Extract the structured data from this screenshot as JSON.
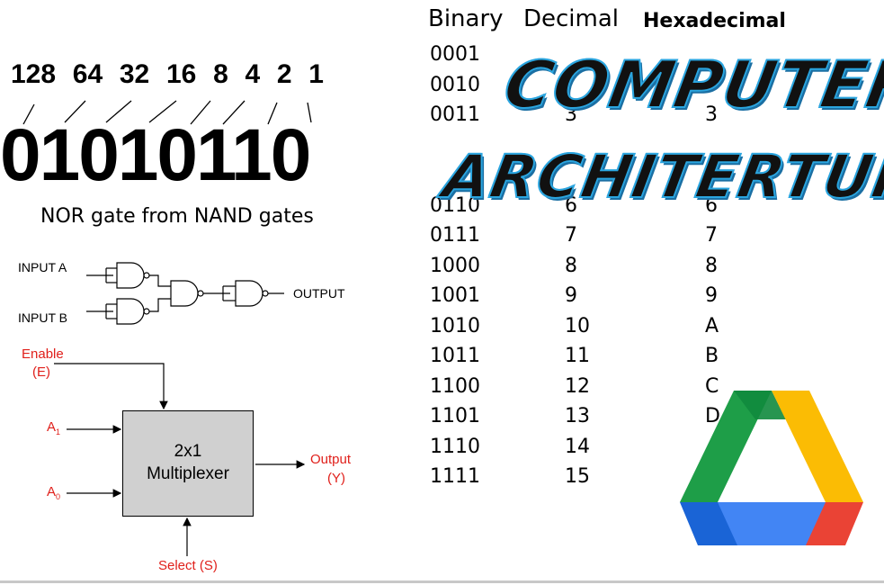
{
  "bit_weights": [
    "128",
    "64",
    "32",
    "16",
    "8",
    "4",
    "2",
    "1"
  ],
  "binary_number": "01010110",
  "nor_diagram": {
    "title": "NOR gate from NAND gates",
    "input_a": "INPUT A",
    "input_b": "INPUT B",
    "output": "OUTPUT"
  },
  "multiplexer": {
    "enable": "Enable",
    "enable_abbr": "(E)",
    "input_1": "A",
    "input_1_sub": "1",
    "input_0": "A",
    "input_0_sub": "0",
    "box_line1": "2x1",
    "box_line2": "Multiplexer",
    "output": "Output",
    "output_abbr": "(Y)",
    "select": "Select (S)"
  },
  "table": {
    "headers": {
      "binary": "Binary",
      "decimal": "Decimal",
      "hex": "Hexadecimal"
    },
    "rows": [
      {
        "bin": "0001",
        "dec": "",
        "hex": ""
      },
      {
        "bin": "0010",
        "dec": "",
        "hex": ""
      },
      {
        "bin": "0011",
        "dec": "3",
        "hex": "3"
      },
      {
        "bin": "",
        "dec": "",
        "hex": ""
      },
      {
        "bin": "",
        "dec": "",
        "hex": ""
      },
      {
        "bin": "0110",
        "dec": "6",
        "hex": "6"
      },
      {
        "bin": "0111",
        "dec": "7",
        "hex": "7"
      },
      {
        "bin": "1000",
        "dec": "8",
        "hex": "8"
      },
      {
        "bin": "1001",
        "dec": "9",
        "hex": "9"
      },
      {
        "bin": "1010",
        "dec": "10",
        "hex": "A"
      },
      {
        "bin": "1011",
        "dec": "11",
        "hex": "B"
      },
      {
        "bin": "1100",
        "dec": "12",
        "hex": "C"
      },
      {
        "bin": "1101",
        "dec": "13",
        "hex": "D"
      },
      {
        "bin": "1110",
        "dec": "14",
        "hex": ""
      },
      {
        "bin": "1111",
        "dec": "15",
        "hex": ""
      }
    ]
  },
  "title": {
    "line1": "COMPUTER",
    "line2": "ARCHITERTURE I"
  },
  "logo": {
    "icon": "google-drive-icon",
    "colors": {
      "green": "#1e9e48",
      "dark_green": "#0f8a3d",
      "yellow": "#fbbc04",
      "blue": "#4285f4",
      "dark_blue": "#1a64d6",
      "red": "#ea4335"
    }
  },
  "colors": {
    "mux_label_red": "#e0201b",
    "mux_box_fill": "#d0d0d0",
    "title_stroke": "#2ba5df"
  }
}
